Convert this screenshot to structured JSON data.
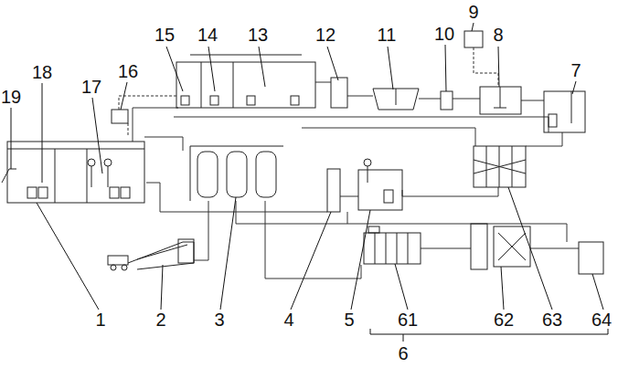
{
  "diagram": {
    "labels": [
      "19",
      "18",
      "17",
      "16",
      "15",
      "14",
      "13",
      "12",
      "11",
      "10",
      "9",
      "8",
      "7",
      "1",
      "2",
      "3",
      "4",
      "5",
      "61",
      "62",
      "63",
      "64",
      "6"
    ]
  }
}
